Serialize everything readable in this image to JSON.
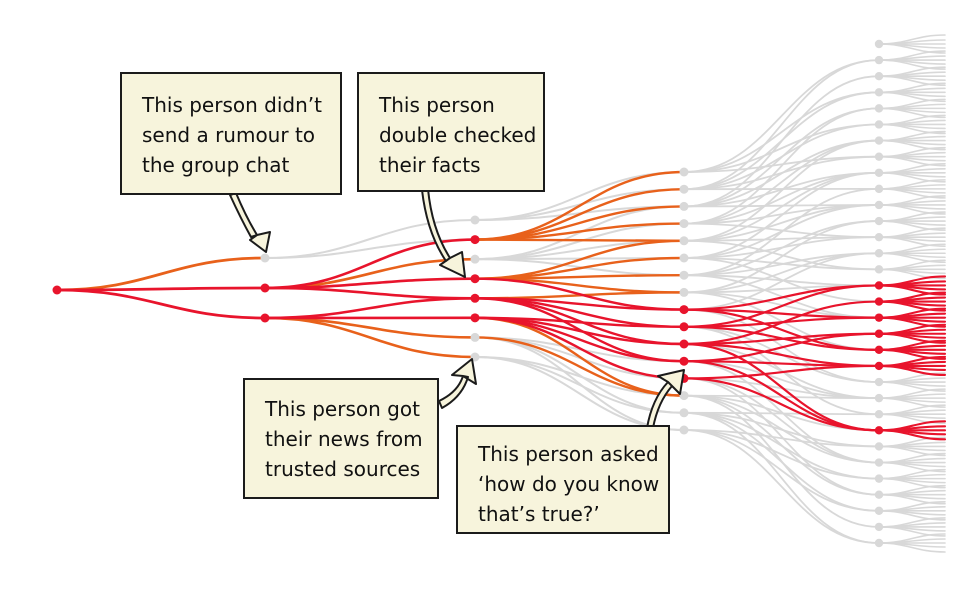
{
  "colors": {
    "spread": "#e8142c",
    "stopped": "#e8611b",
    "faded": "#d8d8d8",
    "callout_bg": "#f7f4dc",
    "outline": "#1b1b1b"
  },
  "callouts": [
    {
      "id": "group-chat",
      "lines": [
        "This person didn’t",
        "send a rumour to",
        "the group chat"
      ]
    },
    {
      "id": "double-checked",
      "lines": [
        "This person",
        "double checked",
        "their facts"
      ]
    },
    {
      "id": "trusted-sources",
      "lines": [
        "This person got",
        "their news from",
        "trusted sources"
      ]
    },
    {
      "id": "asked",
      "lines": [
        "This person asked",
        "‘how do you know",
        "that’s true?’"
      ]
    }
  ]
}
